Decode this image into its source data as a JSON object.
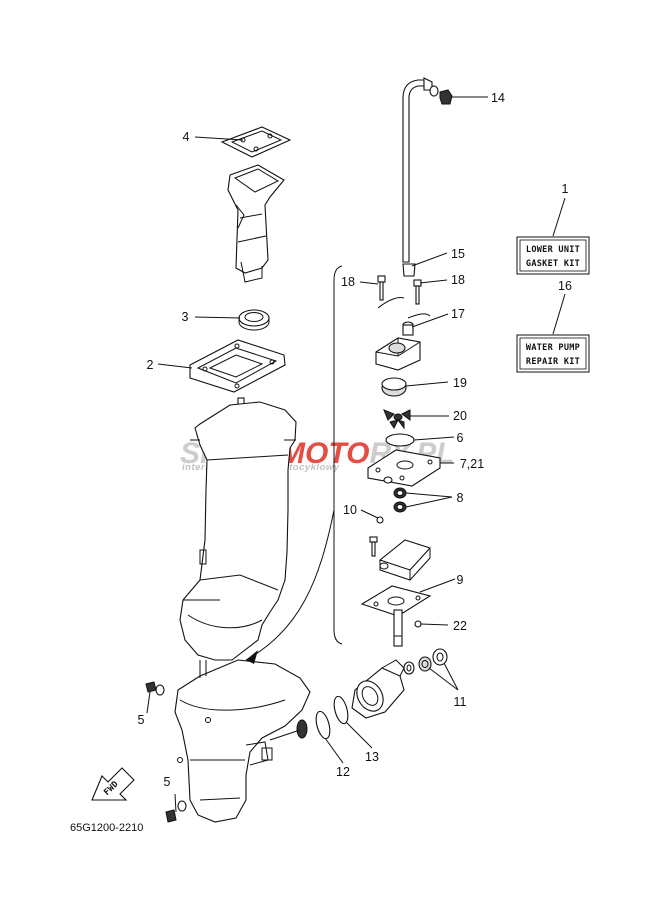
{
  "diagram": {
    "callouts": {
      "c1": "1",
      "c2": "2",
      "c3": "3",
      "c4": "4",
      "c5a": "5",
      "c5b": "5",
      "c6": "6",
      "c7": "7,21",
      "c8": "8",
      "c9": "9",
      "c10": "10",
      "c11": "11",
      "c12": "12",
      "c13": "13",
      "c14": "14",
      "c15": "15",
      "c16": "16",
      "c17": "17",
      "c18a": "18",
      "c18b": "18",
      "c19": "19",
      "c20": "20",
      "c22": "22"
    },
    "kits": {
      "lower_unit_line1": "LOWER UNIT",
      "lower_unit_line2": "GASKET KIT",
      "water_pump_line1": "WATER PUMP",
      "water_pump_line2": "REPAIR KIT"
    },
    "fwd_label": "FWD",
    "drawing_code": "65G1200-2210"
  },
  "watermark": {
    "brand_part1": "SKLEP",
    "brand_part2": "MOTO",
    "brand_part3": "RY.PL",
    "tagline": "internetowy sklep motocyklowy",
    "color_gray": "#c8c8c8",
    "color_red": "#e23a2f"
  }
}
